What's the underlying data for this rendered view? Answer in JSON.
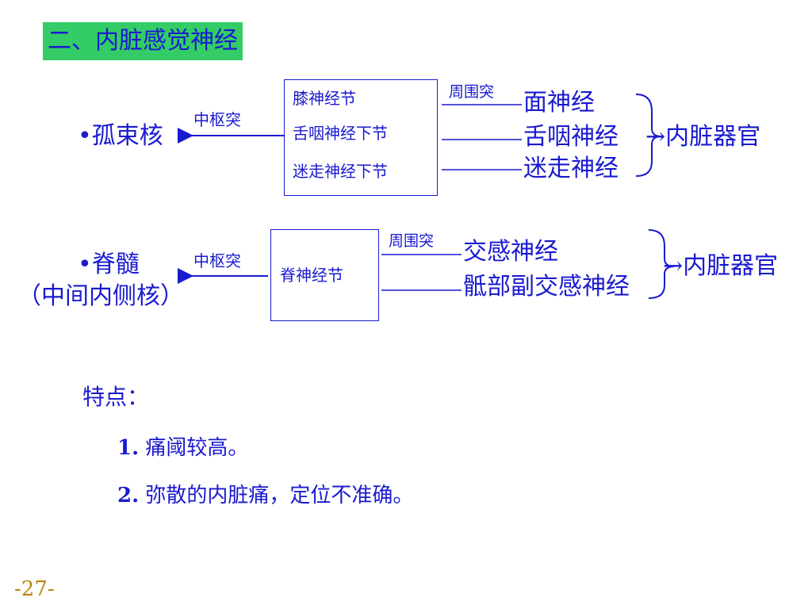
{
  "title": "二、内脏感觉神经",
  "pathway1": {
    "nucleus": "•孤束核",
    "central_label": "中枢突",
    "ganglia": [
      "膝神经节",
      "舌咽神经下节",
      "迷走神经下节"
    ],
    "peripheral_label": "周围突",
    "nerves": [
      "面神经",
      "舌咽神经",
      "迷走神经"
    ],
    "target": "→内脏器官"
  },
  "pathway2": {
    "nucleus": "•脊髓",
    "nucleus_sub": "（中间内侧核）",
    "central_label": "中枢突",
    "ganglion": "脊神经节",
    "peripheral_label": "周围突",
    "nerves": [
      "交感神经",
      "骶部副交感神经"
    ],
    "target": "→内脏器官"
  },
  "features": {
    "heading": "特点：",
    "items": [
      {
        "num": "1.",
        "text": "痛阈较高。"
      },
      {
        "num": "2.",
        "text": "弥散的内脏痛，定位不准确。"
      }
    ]
  },
  "page_number": "-27-",
  "colors": {
    "text": "#1a1ad0",
    "title_bg": "#33cc66",
    "page_number": "#b8860b"
  }
}
